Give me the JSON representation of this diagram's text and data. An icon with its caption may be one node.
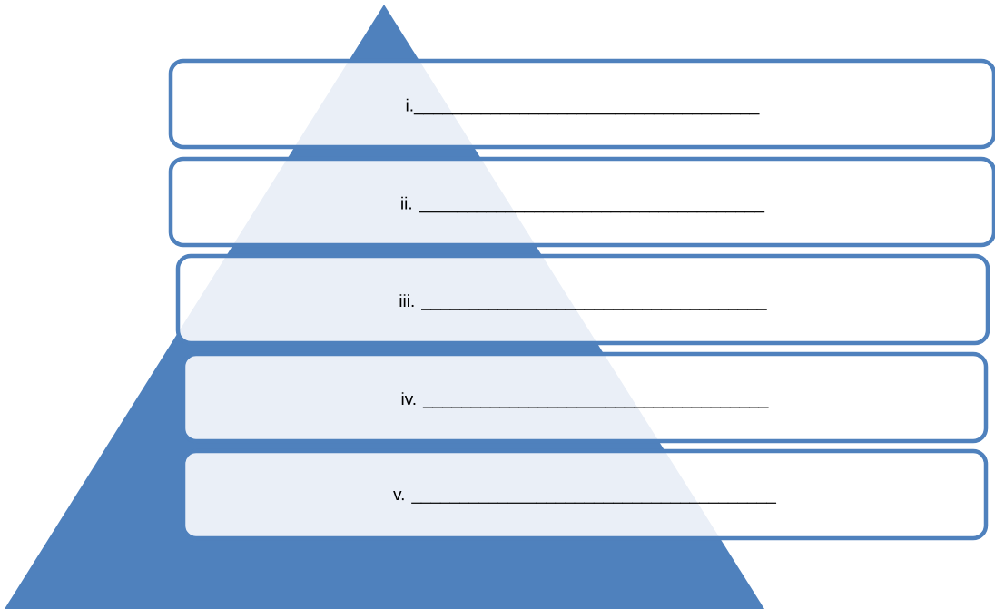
{
  "diagram": {
    "nodes": [
      {
        "text": [],
        "shape": "triangle"
      },
      {
        "text": [
          "i.____________________________________"
        ]
      },
      {
        "text": [
          "ii. ____________________________________"
        ]
      },
      {
        "text": [
          "iii. ____________________________________"
        ]
      },
      {
        "text": [
          "iv. ____________________________________"
        ]
      },
      {
        "text": [
          "v. ______________________________________"
        ]
      }
    ]
  }
}
